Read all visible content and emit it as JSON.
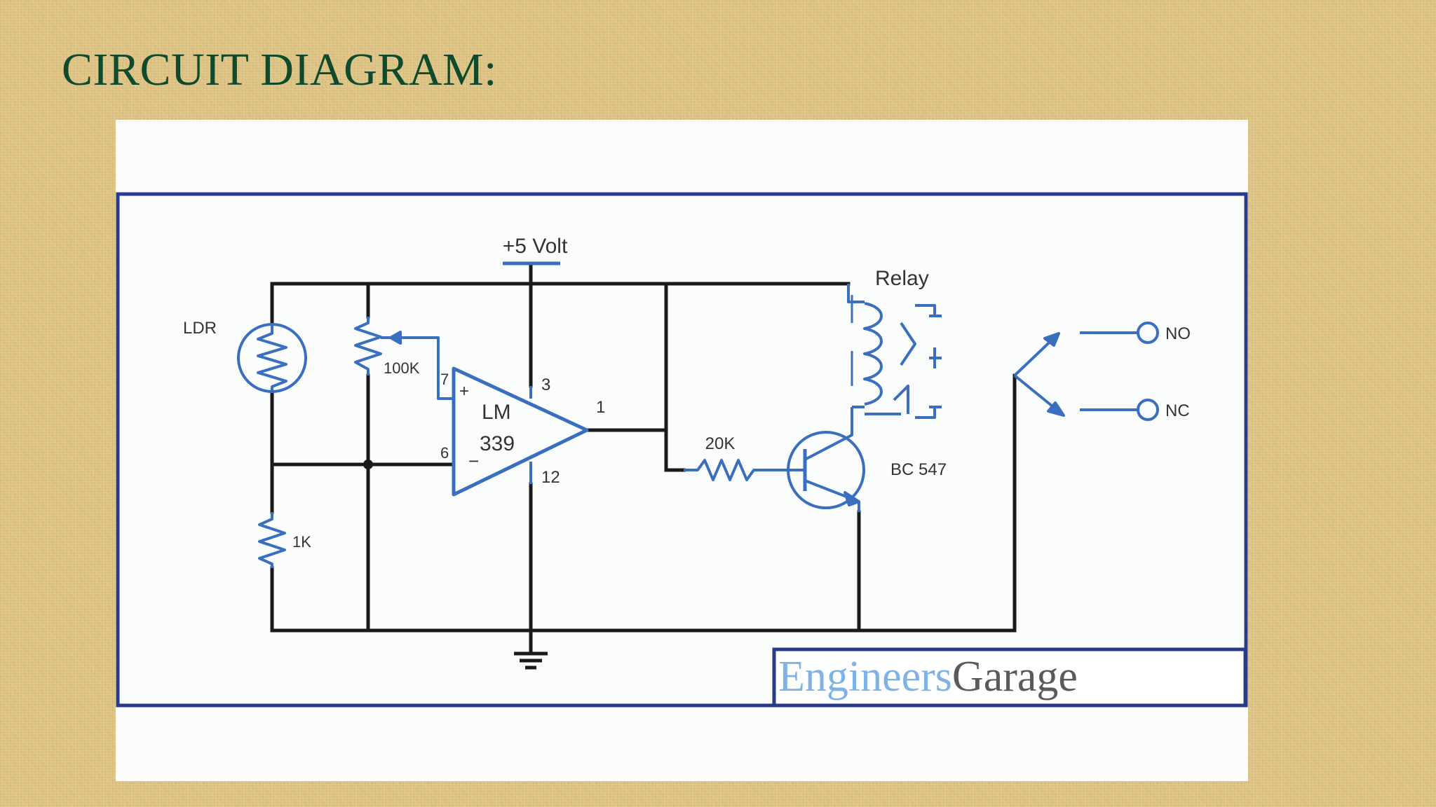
{
  "slide": {
    "title": "CIRCUIT DIAGRAM:"
  },
  "diagram": {
    "supply": "+5 Volt",
    "components": {
      "ldr": "LDR",
      "pot": "100K",
      "r1": "1K",
      "r2": "20K",
      "opamp_line1": "LM",
      "opamp_line2": "339",
      "transistor": "BC 547",
      "relay": "Relay"
    },
    "pins": {
      "p7": "7",
      "p6": "6",
      "p3": "3",
      "p12": "12",
      "p1": "1",
      "plus": "+",
      "minus": "−"
    },
    "outputs": {
      "no": "NO",
      "nc": "NC"
    },
    "watermark": {
      "part1": "Engineers",
      "part2": "Garage"
    }
  },
  "colors": {
    "wire": "#1a1a1a",
    "component": "#3a6fbf",
    "frame": "#2a3a8a",
    "title": "#0e4a2c"
  }
}
